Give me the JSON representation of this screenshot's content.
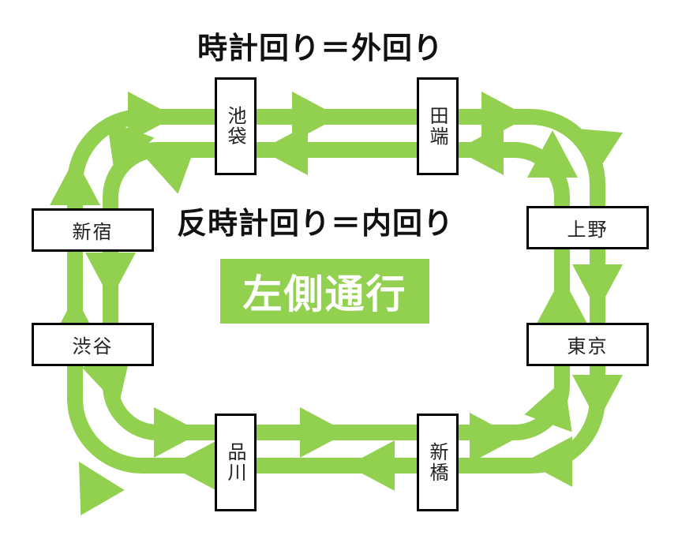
{
  "titles": {
    "clockwise": "時計回り＝外回り",
    "counterclockwise": "反時計回り＝内回り"
  },
  "badge": {
    "label": "左側通行",
    "color": "#92d050"
  },
  "colors": {
    "track": "#92d050",
    "station_border": "#000000",
    "station_fill": "#ffffff",
    "text": "#111111"
  },
  "stations": {
    "ikebukuro": "池袋",
    "tabata": "田端",
    "ueno": "上野",
    "tokyo": "東京",
    "shimbashi": "新橋",
    "shinagawa": "品川",
    "shibuya": "渋谷",
    "shinjuku": "新宿"
  },
  "loops": [
    {
      "name": "outer-loop",
      "direction": "clockwise",
      "label": "外回り"
    },
    {
      "name": "inner-loop",
      "direction": "counterclockwise",
      "label": "内回り"
    }
  ]
}
